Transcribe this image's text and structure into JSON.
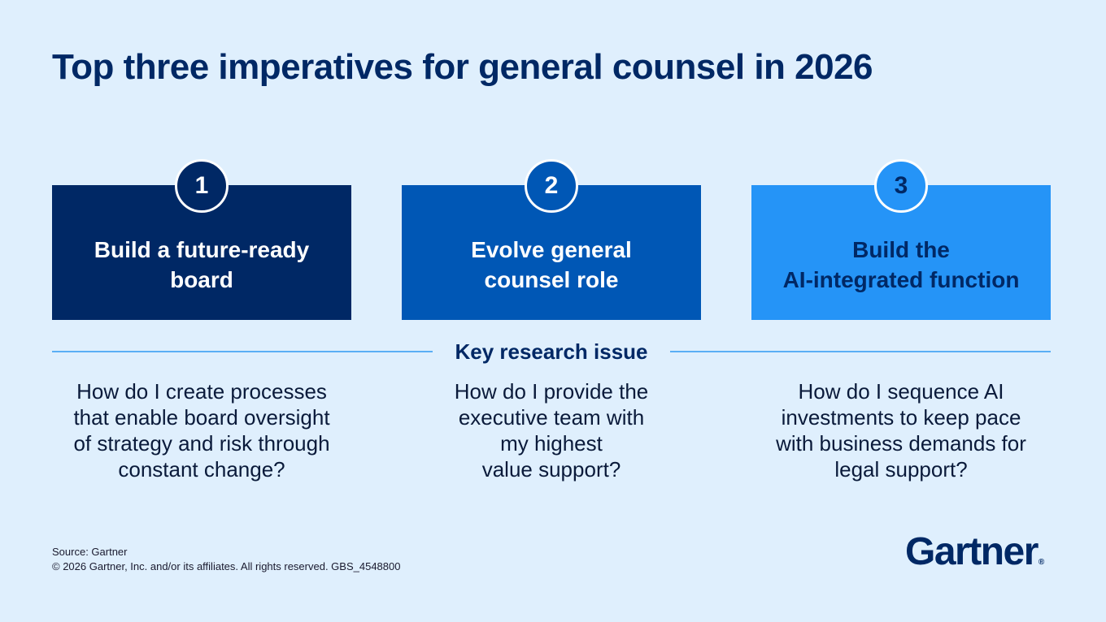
{
  "title": "Top three imperatives for general counsel in 2026",
  "imperatives": [
    {
      "number": "1",
      "label": "Build a future-ready\nboard",
      "color": "#002865"
    },
    {
      "number": "2",
      "label": "Evolve general\ncounsel role",
      "color": "#0057b5"
    },
    {
      "number": "3",
      "label": "Build the\nAI-integrated function",
      "color": "#2594f7"
    }
  ],
  "key_issue_label": "Key research issue",
  "questions": [
    "How do I create processes\nthat enable board oversight\nof strategy and risk through\nconstant change?",
    "How do I provide the\nexecutive team with\nmy highest\nvalue support?",
    "How do I sequence AI\ninvestments to keep pace\nwith business demands for\nlegal support?"
  ],
  "footer": {
    "source": "Source: Gartner",
    "copyright": "© 2026 Gartner, Inc. and/or its affiliates. All rights reserved. GBS_4548800"
  },
  "logo": {
    "text": "Gartner",
    "mark": "®"
  }
}
